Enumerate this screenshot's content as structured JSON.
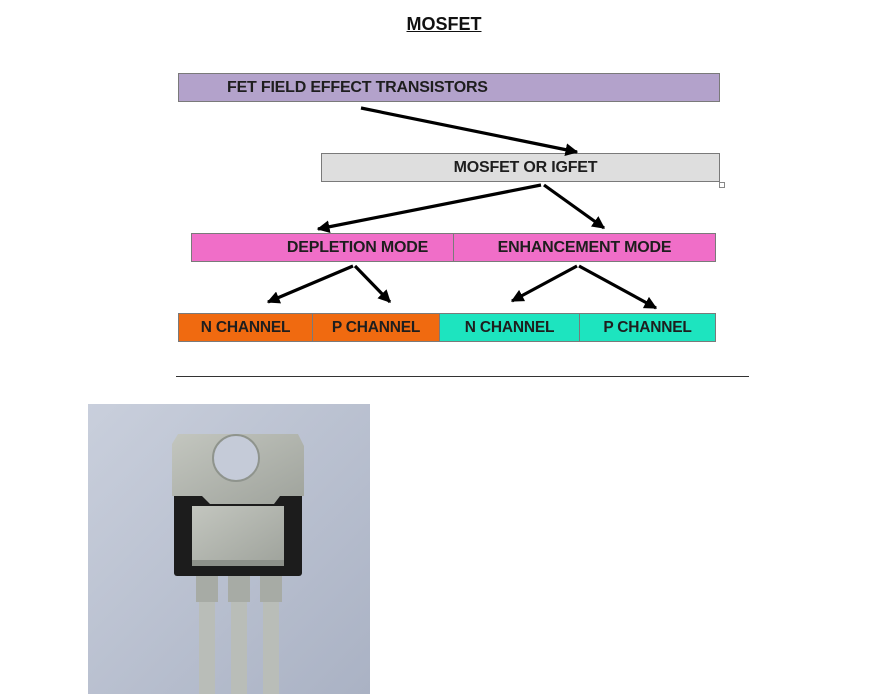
{
  "title": "MOSFET",
  "hierarchy": {
    "root": "FET FIELD EFFECT TRANSISTORS",
    "level1": "MOSFET OR IGFET",
    "modes": {
      "depletion": "DEPLETION MODE",
      "enhancement": "ENHANCEMENT MODE"
    },
    "channels": {
      "depletion_n": "N CHANNEL",
      "depletion_p": "P CHANNEL",
      "enhancement_n": "N CHANNEL",
      "enhancement_p": "P CHANNEL"
    }
  },
  "colors": {
    "root_box": "#b3a2cb",
    "mosfet_box": "#dedede",
    "mode_box": "#f06ec8",
    "depletion_channels": "#f06a10",
    "enhancement_channels": "#1de4bf",
    "arrow": "#000000"
  },
  "photo": {
    "subject": "transistor-to220-package-photo"
  }
}
